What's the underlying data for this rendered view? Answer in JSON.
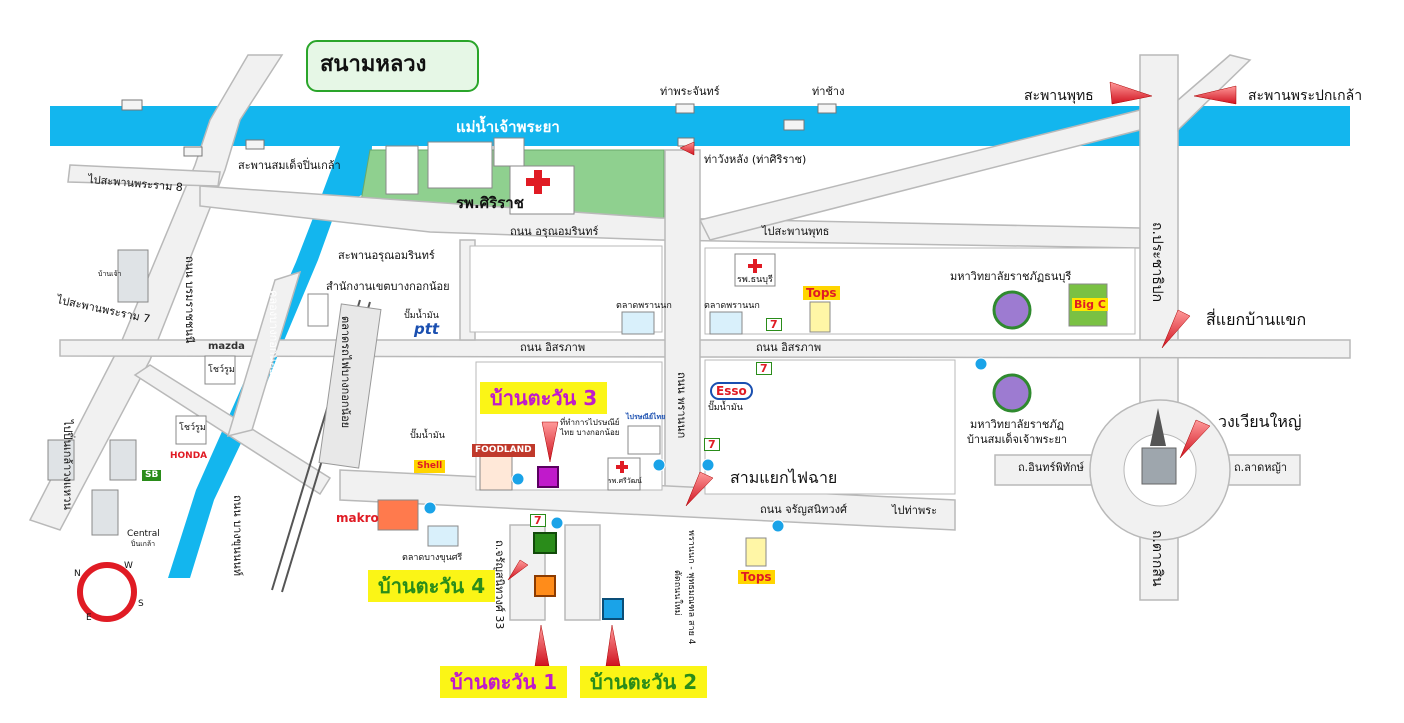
{
  "title": "สนามหลวง",
  "river": "แม่น้ำเจ้าพระยา",
  "piers": {
    "tha_phra_chan": "ท่าพระจันทร์",
    "tha_chang": "ท่าช้าง",
    "tha_wang_lang": "ท่าวังหลัง (ท่าศิริราช)"
  },
  "bridges": {
    "phra_phuttha": "สะพานพุทธ",
    "phra_pokklao": "สะพานพระปกเกล้า",
    "somdet_pinklao": "สะพานสมเด็จปิ่นเกล้า",
    "arun_amarin": "สะพานอรุณอมรินทร์"
  },
  "roads": {
    "to_rama8": "ไปสะพานพระราม 8",
    "to_rama7": "ไปสะพานพระราม 7",
    "arun_amarin_rd": "ถนน อรุณอมรินทร์",
    "to_phuttha": "ไปสะพานพุทธ",
    "itsaraphap_1": "ถนน อิสรภาพ",
    "itsaraphap_2": "ถนน อิสรภาพ",
    "charansanitwong": "ถนน จรัญสนิทวงศ์",
    "to_tha_phra": "ไปท่าพระ",
    "prachathipok": "ถ.ประชาธิปก",
    "intharaphithak": "ถ.อินทร์พิทักษ์",
    "lat_ya": "ถ.ลาดหญ้า",
    "taksin": "ถ.ตากสิน",
    "borommaratchachonnani": "ถนน บรมราชชนนี",
    "bang_khun_non": "ถนน บางขุนนนท์",
    "pin_klao_wongwaen": "ไปปิ่นเกล้าวงแหวน",
    "thanon_phran_nok": "ถนน พรานนก",
    "charan_soi33": "ถ.จรัญสนิทวงศ์ 33",
    "fai_chai": "ตัดถนนใหม่",
    "phran_nok_phutthamonthon": "พรานนก - พุทธมณฑล สาย 4",
    "canal": "คลองบางกอกน้อย",
    "railway": "ตลาดรถไฟบางกอกน้อย"
  },
  "places": {
    "siriraj": "รพ.ศิริราช",
    "thonburi_hosp": "รพ.ธนบุรี",
    "sirirat_small": "รพ.ศรีวัฒน์",
    "district_office": "สำนักงานเขตบางกอกน้อย",
    "gas_ptt": "ปั๊มน้ำมัน",
    "gas_esso": "ปั๊มน้ำมัน",
    "gas_shell": "ปั๊มน้ำมัน",
    "market_phrannok1": "ตลาดพรานนก",
    "market_phrannok2": "ตลาดพรานนก",
    "post_office": "ที่ทำการไปรษณีย์ไทย บางกอกน้อย",
    "rajabhat_thonburi": "มหาวิทยาลัยราชภัฏธนบุรี",
    "rajabhat_somdet": "มหาวิทยาลัยราชภัฏ บ้านสมเด็จเจ้าพระยา",
    "showroom1": "โชว์รูม",
    "showroom2": "โชว์รูม",
    "market_bang_khun_si": "ตลาดบางขุนศรี",
    "sam_yaek_fai_chai": "สามแยกไฟฉาย",
    "si_yaek_ban_khaek": "สี่แยกบ้านแขก",
    "wongwian_yai": "วงเวียนใหญ่",
    "central": "Central",
    "central_sub": "ปิ่นเกล้า",
    "homepro": "บ้านเจ้า"
  },
  "brands": {
    "mazda": "mazda",
    "honda": "HONDA",
    "ptt": "ptt",
    "esso": "Esso",
    "shell": "Shell",
    "tops1": "Tops",
    "tops2": "Tops",
    "makro": "makro",
    "bigc": "Big C",
    "foodland": "FOODLAND",
    "seven": "7",
    "sb": "SB",
    "post": "ไปรษณีย์ไทย"
  },
  "homes": {
    "h1": "บ้านตะวัน 1",
    "h2": "บ้านตะวัน 2",
    "h3": "บ้านตะวัน 3",
    "h4": "บ้านตะวัน 4"
  },
  "compass": {
    "n": "N",
    "e": "E",
    "s": "S",
    "w": "W"
  },
  "colors": {
    "river": "#13b6ee",
    "canal": "#13b6ee",
    "park": "#8fd08f",
    "road": "#f1f1f1",
    "road_edge": "#b9b9b9",
    "home_label": "#fbf516",
    "h1_marker": "#ff8c1a",
    "h2_marker": "#1aa3e8",
    "h3_marker": "#c01acb",
    "h4_marker": "#2a8c1a",
    "pointer": "#e83a3a",
    "compass": "#e01b24"
  }
}
